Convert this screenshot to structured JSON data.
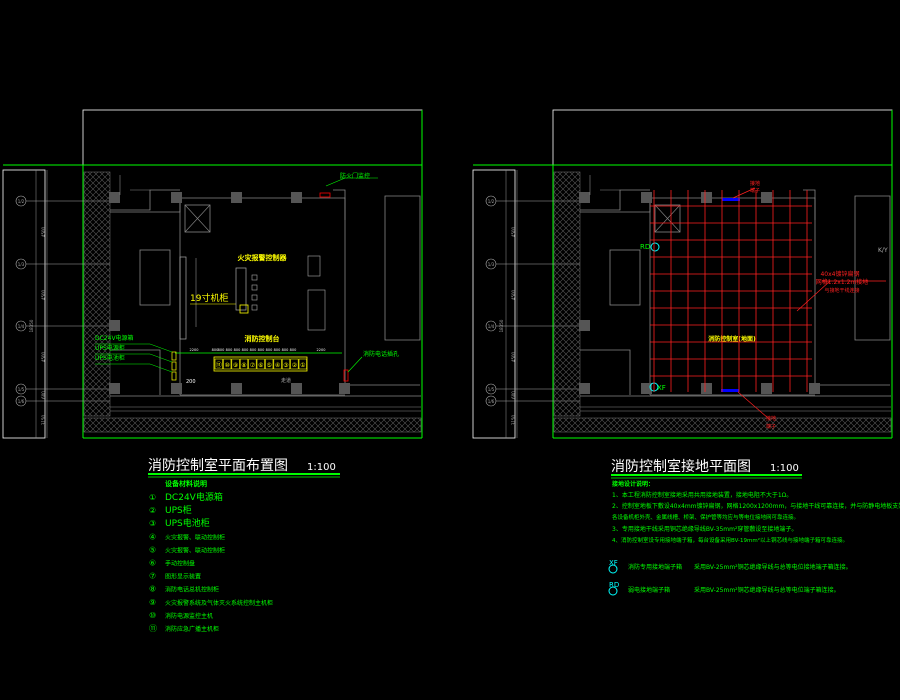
{
  "colors": {
    "frame": "#00ff00",
    "wall": "#808080",
    "grid": "#ff0000",
    "label": "#ffff00",
    "text": "#00ff00",
    "white": "#ffffff",
    "cyan": "#00ffff",
    "blue": "#0000ff"
  },
  "axes": {
    "labels": [
      "1/2",
      "1/3",
      "1/4",
      "1/5",
      "1/6"
    ],
    "dims": [
      "4500",
      "4500",
      "4500",
      "600",
      "3150"
    ],
    "total": "18350",
    "top": "450"
  },
  "left": {
    "title": "消防控制室平面布置图",
    "scale": "1:100",
    "room_label": "火灾报警控制器",
    "console_label": "消防控制台",
    "leader_label": "19寸机柜",
    "top_callout": "防火门监控",
    "side_callout": "消防电话插孔",
    "left_callouts": [
      "DC24V电源箱",
      "UPS电源柜",
      "UPS电池柜"
    ],
    "dims": [
      "2200",
      "800",
      "800",
      "800",
      "800",
      "800",
      "800",
      "800",
      "800",
      "800",
      "800",
      "800",
      "2200"
    ],
    "dim_200": "200",
    "corridor": "走道",
    "console_cells": [
      "⑪",
      "⑩",
      "⑨",
      "⑧",
      "⑦",
      "⑥",
      "⑤",
      "④",
      "③",
      "②",
      "①"
    ],
    "legend_title": "设备材料说明",
    "legend": [
      {
        "no": "①",
        "text": "DC24V电源箱"
      },
      {
        "no": "②",
        "text": "UPS柜"
      },
      {
        "no": "③",
        "text": "UPS电池柜"
      },
      {
        "no": "④",
        "text": "火灾报警、联动控制柜"
      },
      {
        "no": "⑤",
        "text": "火灾报警、联动控制柜"
      },
      {
        "no": "⑥",
        "text": "手动控制盘"
      },
      {
        "no": "⑦",
        "text": "图形显示装置"
      },
      {
        "no": "⑧",
        "text": "消防电话总机控制柜"
      },
      {
        "no": "⑨",
        "text": "火灾报警系统及气体灭火系统控制主机柜"
      },
      {
        "no": "⑩",
        "text": "消防电源监控主机"
      },
      {
        "no": "⑪",
        "text": "消防应急广播主机柜"
      }
    ]
  },
  "right": {
    "title": "消防控制室接地平面图",
    "scale": "1:100",
    "room_label": "消防控制室(地面)",
    "grid_callout": [
      "40x4镀锌扁钢",
      "网格1.2x1.2m接地",
      "与接地干线连接"
    ],
    "top_callout": [
      "接地",
      "端子"
    ],
    "bottom_callout": [
      "接地",
      "端子"
    ],
    "rd": "RD",
    "xf": "XF",
    "room_tag": "K/Y",
    "notes_title": "接地设计说明：",
    "notes": [
      "1、本工程消防控制室接地采用共用接地装置，接地电阻不大于1Ω。",
      "2、控制室地板下敷设40x4mm镀锌扁钢，网格1200x1200mm，与接地干线可靠连接，并与防静电地板支架连接。",
      "各设备机柜外壳、金属线槽、桥架、保护管等均应与等电位接地网可靠连接。",
      "3、专用接地干线采用铜芯绝缘导线BV-35mm²穿管敷设至接地端子。",
      "4、消防控制室设专用接地端子箱，每台设备采用BV-19mm²以上铜芯线与接地端子箱可靠连接。"
    ],
    "symbols": [
      {
        "tag": "XF",
        "name": "消防专用接地端子箱",
        "desc": "采用BV-25mm²铜芯绝缘导线与总等电位接地端子箱连接。"
      },
      {
        "tag": "RD",
        "name": "弱电接地端子箱",
        "desc": "采用BV-25mm²铜芯绝缘导线与总等电位端子箱连接。"
      }
    ]
  }
}
